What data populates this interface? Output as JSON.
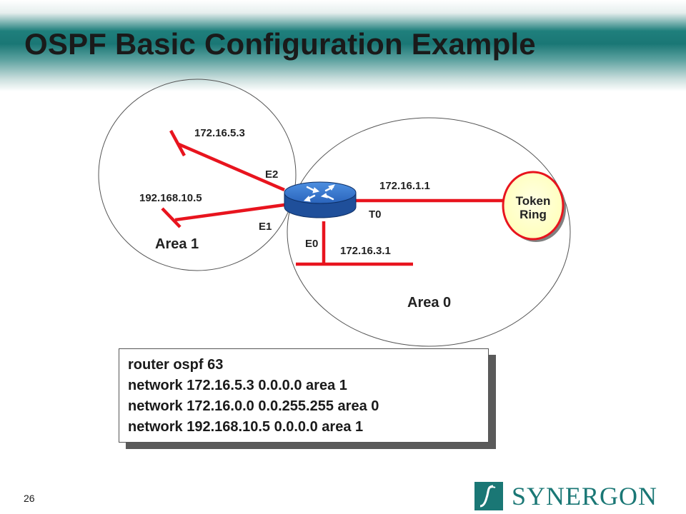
{
  "slide": {
    "title": "OSPF Basic Configuration Example",
    "page_number": "26"
  },
  "diagram": {
    "areas": [
      {
        "id": "area1",
        "label": "Area 1"
      },
      {
        "id": "area0",
        "label": "Area 0"
      }
    ],
    "interfaces": {
      "e2": "E2",
      "e1": "E1",
      "e0": "E0",
      "t0": "T0"
    },
    "addresses": {
      "e2": "172.16.5.3",
      "e1": "192.168.10.5",
      "t0": "172.16.1.1",
      "e0": "172.16.3.1"
    },
    "token_ring": {
      "line1": "Token",
      "line2": "Ring"
    }
  },
  "config": {
    "lines": [
      "router ospf 63",
      "network 172.16.5.3 0.0.0.0 area 1",
      "network 172.16.0.0 0.0.255.255 area 0",
      "network 192.168.10.5 0.0.0.0 area 1"
    ]
  },
  "logo": {
    "text": "SYNERGON"
  },
  "colors": {
    "link": "#e8141e",
    "router": "#2f6fc8",
    "token_ring_fill": "#ffffc8",
    "brand": "#1a7775"
  }
}
